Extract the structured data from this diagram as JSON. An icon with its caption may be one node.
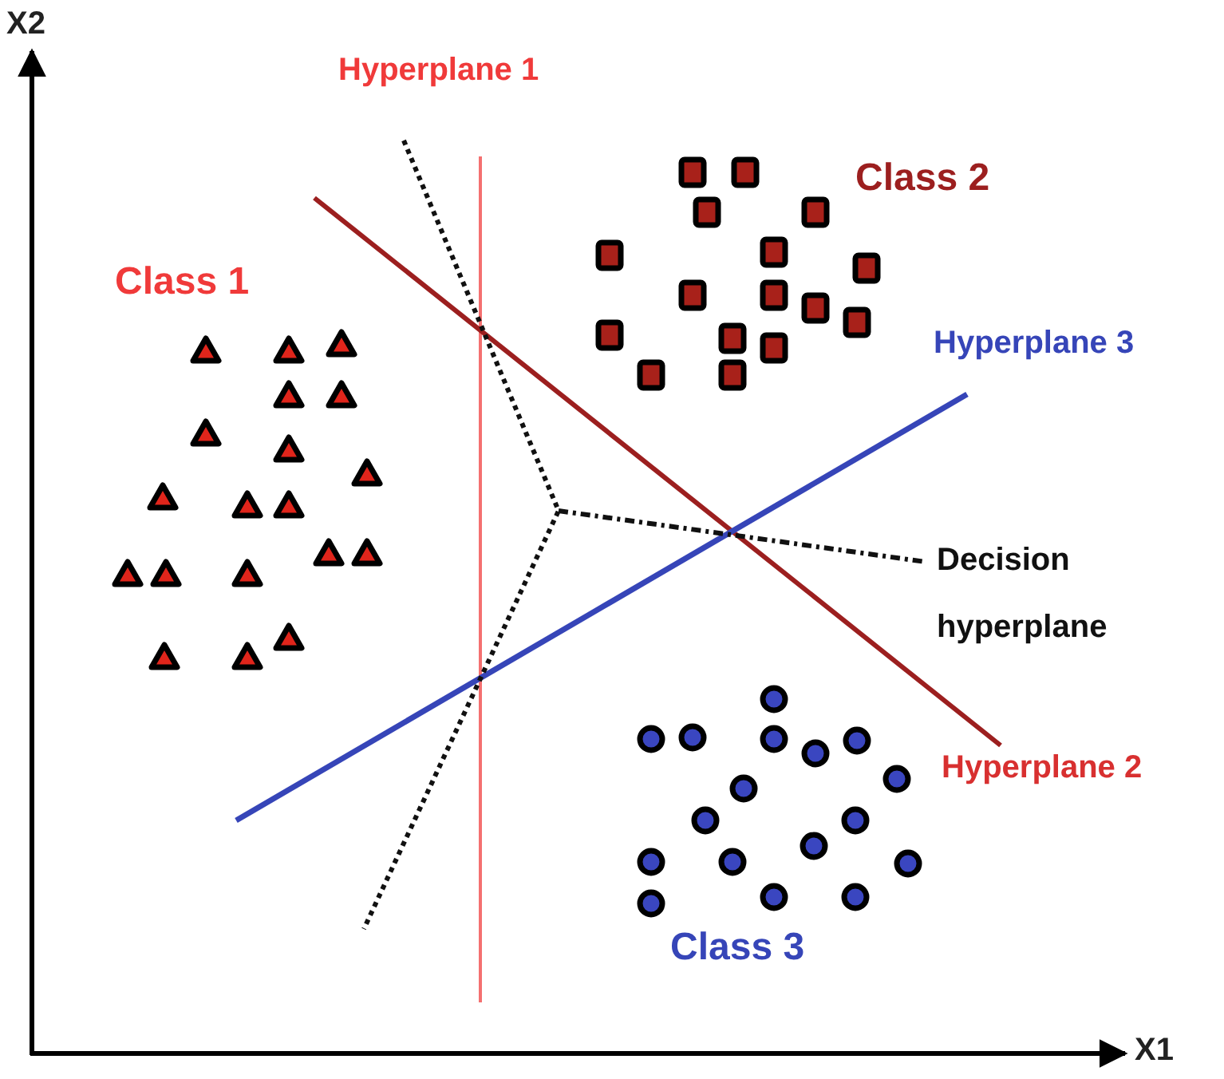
{
  "diagram": {
    "labels": [
      "X2",
      "Hyperplane 1",
      "Class 2",
      "Class 1",
      "Hyperplane 3",
      "Decision hyperplane",
      "Hyperplane 2",
      "Class 3",
      "X1"
    ]
  }
}
